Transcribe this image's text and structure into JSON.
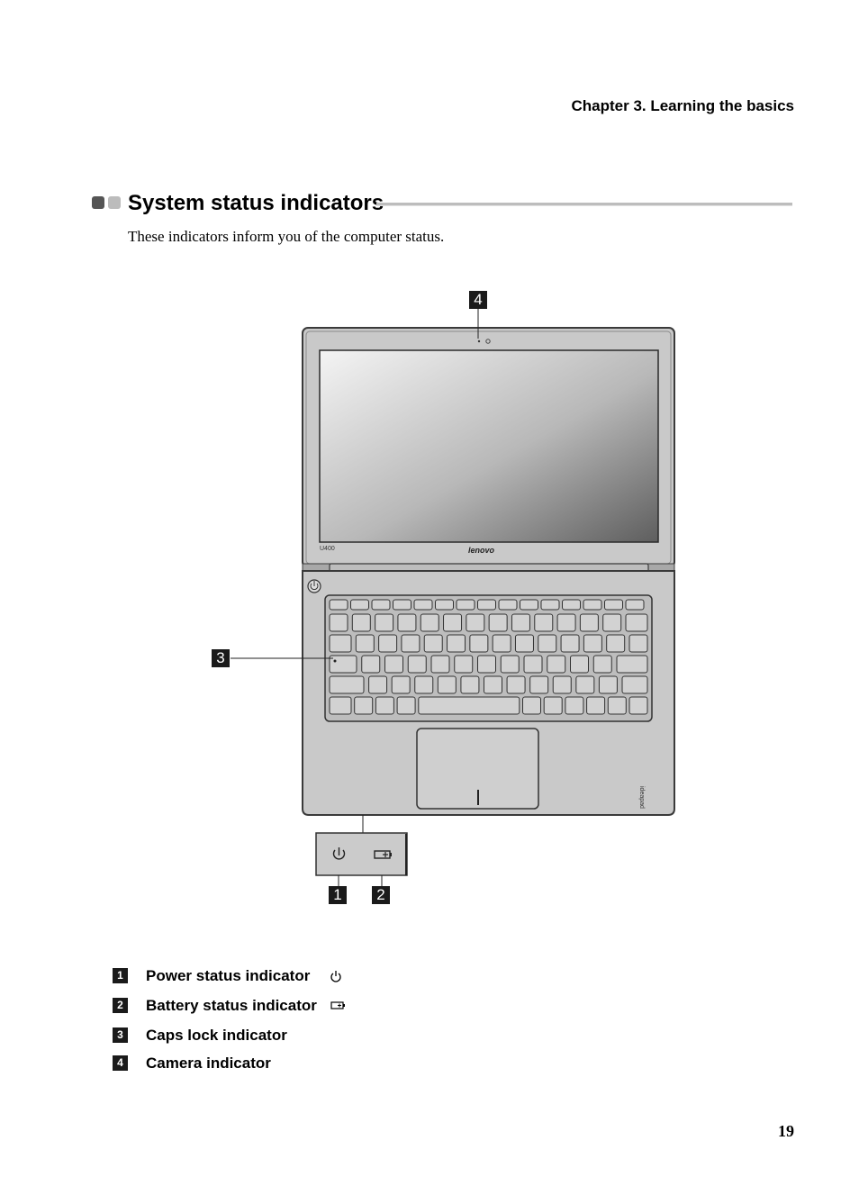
{
  "header": {
    "chapter": "Chapter 3. Learning the basics"
  },
  "section": {
    "title": "System status indicators",
    "intro": "These indicators inform you of the computer status."
  },
  "figure": {
    "model_label": "U400",
    "brand_label": "lenovo",
    "side_brand": "ideapad",
    "callouts": [
      "4",
      "3",
      "1",
      "2"
    ]
  },
  "legend": [
    {
      "num": "1",
      "label": "Power status indicator",
      "icon": "power-icon"
    },
    {
      "num": "2",
      "label": "Battery status indicator",
      "icon": "battery-icon"
    },
    {
      "num": "3",
      "label": "Caps lock indicator",
      "icon": ""
    },
    {
      "num": "4",
      "label": "Camera indicator",
      "icon": ""
    }
  ],
  "page_number": "19"
}
